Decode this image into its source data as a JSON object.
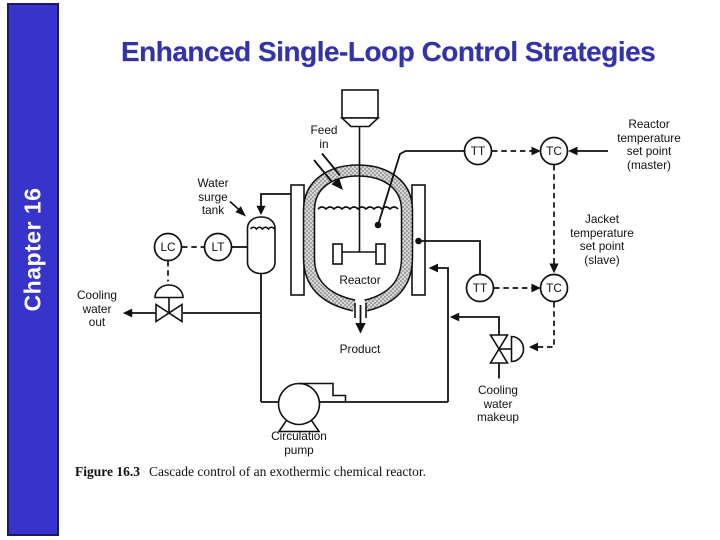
{
  "slide": {
    "title": "Enhanced Single-Loop Control Strategies",
    "sidebar": {
      "label": "Chapter 16"
    },
    "caption": {
      "figure": "Figure 16.3",
      "text": "Cascade control of an exothermic chemical reactor."
    },
    "colors": {
      "sidebar_bg": "#3734cb",
      "sidebar_border": "#1c1966",
      "title_text": "#3432a8",
      "diagram_ink": "#111111",
      "vessel_wall_gray": "#d0d0d0"
    }
  },
  "diagram": {
    "instruments": {
      "reactor_temp_transmitter": "TT",
      "master_temp_controller": "TC",
      "jacket_temp_transmitter": "TT",
      "slave_temp_controller": "TC",
      "level_controller": "LC",
      "level_transmitter": "LT"
    },
    "labels": {
      "feed_in": [
        "Feed",
        "in"
      ],
      "water_surge_tank": [
        "Water",
        "surge",
        "tank"
      ],
      "reactor": "Reactor",
      "product": "Product",
      "circulation_pump": [
        "Circulation",
        "pump"
      ],
      "cooling_water_out": [
        "Cooling",
        "water",
        "out"
      ],
      "cooling_water_makeup": [
        "Cooling",
        "water",
        "makeup"
      ],
      "reactor_setpoint": [
        "Reactor",
        "temperature",
        "set point",
        "(master)"
      ],
      "jacket_setpoint": [
        "Jacket",
        "temperature",
        "set point",
        "(slave)"
      ]
    }
  }
}
